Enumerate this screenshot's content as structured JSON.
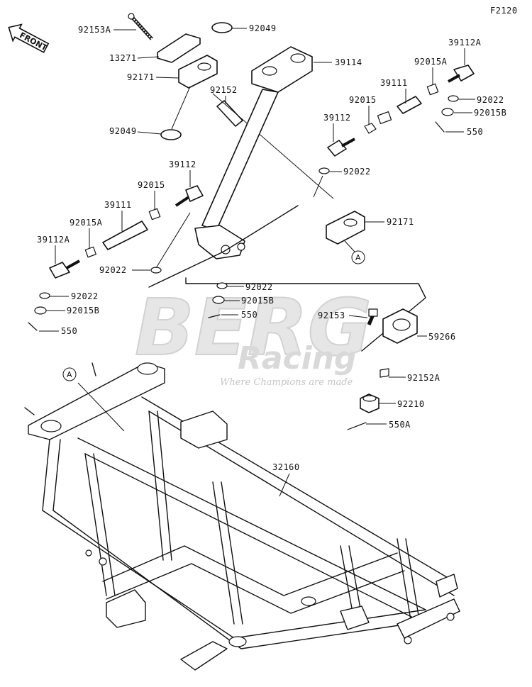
{
  "figure_code": "F2120",
  "front_label": "FRONT",
  "watermark": {
    "brand": "BERG",
    "sub": "Racing",
    "tagline": "Where Champions are made"
  },
  "ref_marker": "A",
  "callouts": [
    {
      "id": "92153A-top",
      "text": "92153A"
    },
    {
      "id": "92049-top",
      "text": "92049"
    },
    {
      "id": "13271",
      "text": "13271"
    },
    {
      "id": "92171-top",
      "text": "92171"
    },
    {
      "id": "92152",
      "text": "92152"
    },
    {
      "id": "92049-bottom",
      "text": "92049"
    },
    {
      "id": "39114",
      "text": "39114"
    },
    {
      "id": "39112A-right",
      "text": "39112A"
    },
    {
      "id": "92015A-right",
      "text": "92015A"
    },
    {
      "id": "39111-right",
      "text": "39111"
    },
    {
      "id": "92015-right",
      "text": "92015"
    },
    {
      "id": "92022-right-top",
      "text": "92022"
    },
    {
      "id": "92015B-right",
      "text": "92015B"
    },
    {
      "id": "39112-right",
      "text": "39112"
    },
    {
      "id": "550-right",
      "text": "550"
    },
    {
      "id": "92022-right-mid",
      "text": "92022"
    },
    {
      "id": "92171-right",
      "text": "92171"
    },
    {
      "id": "39112-left",
      "text": "39112"
    },
    {
      "id": "92015-left",
      "text": "92015"
    },
    {
      "id": "39111-left",
      "text": "39111"
    },
    {
      "id": "92015A-left",
      "text": "92015A"
    },
    {
      "id": "39112A-left",
      "text": "39112A"
    },
    {
      "id": "92022-left-mid",
      "text": "92022"
    },
    {
      "id": "92022-center",
      "text": "92022"
    },
    {
      "id": "92015B-center",
      "text": "92015B"
    },
    {
      "id": "550-center",
      "text": "550"
    },
    {
      "id": "92022-left-low",
      "text": "92022"
    },
    {
      "id": "92015B-left",
      "text": "92015B"
    },
    {
      "id": "550-left",
      "text": "550"
    },
    {
      "id": "92153",
      "text": "92153"
    },
    {
      "id": "59266",
      "text": "59266"
    },
    {
      "id": "92152A",
      "text": "92152A"
    },
    {
      "id": "92210",
      "text": "92210"
    },
    {
      "id": "550A",
      "text": "550A"
    },
    {
      "id": "32160",
      "text": "32160"
    }
  ]
}
